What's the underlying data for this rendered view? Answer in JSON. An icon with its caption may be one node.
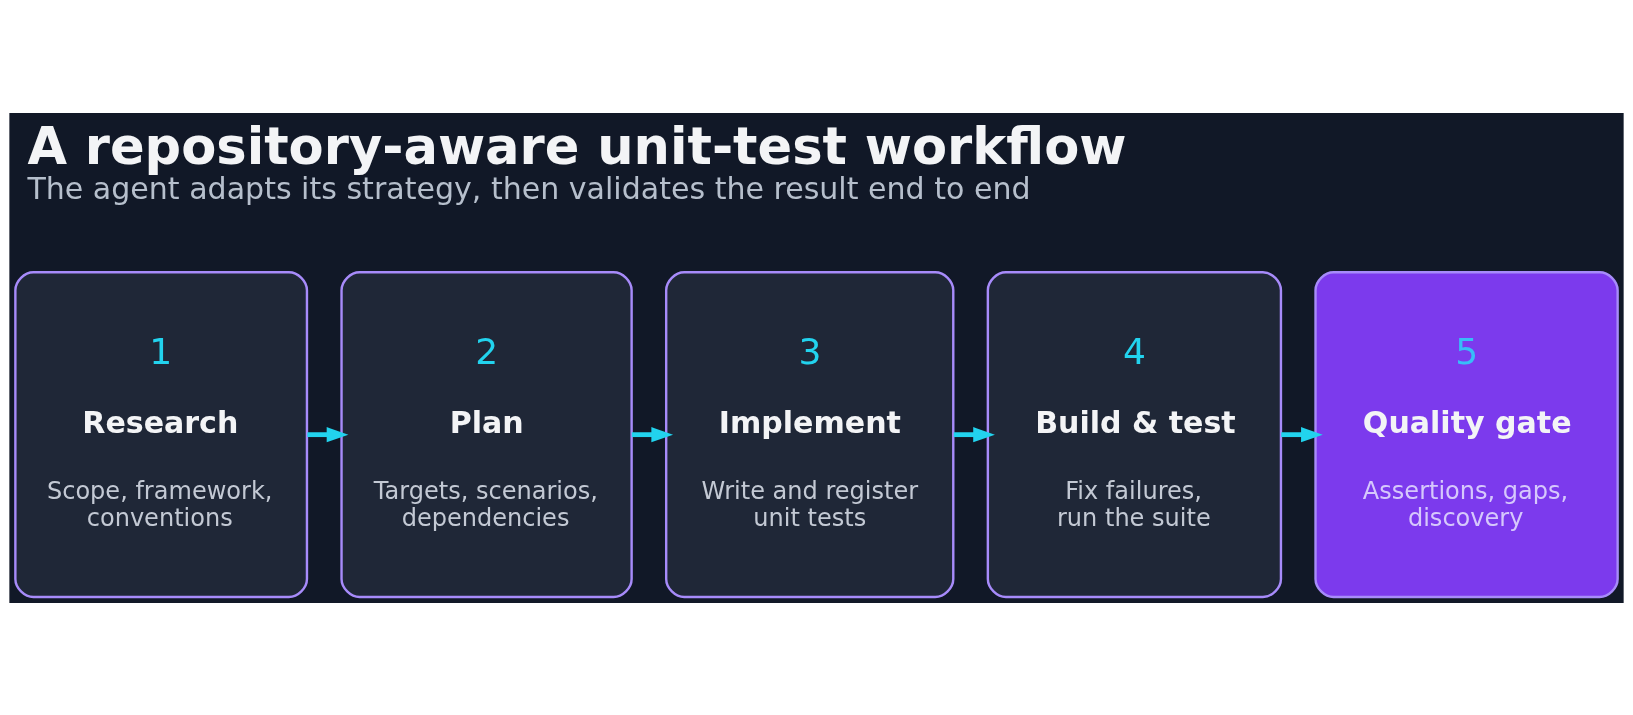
{
  "diagram": {
    "title": "A repository-aware unit-test workflow",
    "caption": "The agent adapts its strategy, then validates the result end to end",
    "nodes": [
      {
        "text": [
          "1",
          "Research",
          "Scope, framework, conventions"
        ]
      },
      {
        "text": [
          "2",
          "Plan",
          "Targets, scenarios, dependencies"
        ]
      },
      {
        "text": [
          "3",
          "Implement",
          "Write and register unit tests"
        ]
      },
      {
        "text": [
          "4",
          "Build & test",
          "Fix failures, run the suite"
        ]
      },
      {
        "text": [
          "5",
          "Quality gate",
          "Assertions, gaps, discovery"
        ]
      }
    ],
    "edges": [
      {
        "from": 0,
        "to": 1,
        "arrow": "to"
      },
      {
        "from": 1,
        "to": 2,
        "arrow": "to"
      },
      {
        "from": 2,
        "to": 3,
        "arrow": "to"
      },
      {
        "from": 3,
        "to": 4,
        "arrow": "to"
      }
    ]
  }
}
